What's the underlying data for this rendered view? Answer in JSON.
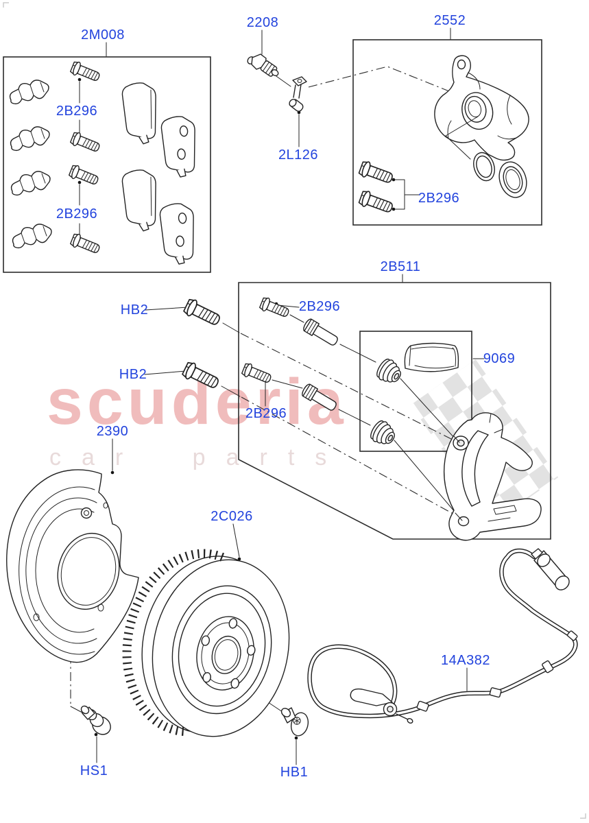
{
  "theme": {
    "label_color": "#2243dd",
    "line_color": "#232323",
    "brand_color": "#f0bcbc",
    "tagline_color": "#e8dada",
    "checker_color": "#e2e2e2"
  },
  "watermark": {
    "brand": "scuderia",
    "tagline": "car parts"
  },
  "labels": [
    {
      "code": "2M008"
    },
    {
      "code": "2B296"
    },
    {
      "code": "2B296"
    },
    {
      "code": "2208"
    },
    {
      "code": "2L126"
    },
    {
      "code": "2552"
    },
    {
      "code": "2B296"
    },
    {
      "code": "2B511"
    },
    {
      "code": "2B296"
    },
    {
      "code": "2B296"
    },
    {
      "code": "HB2"
    },
    {
      "code": "HB2"
    },
    {
      "code": "9069"
    },
    {
      "code": "2390"
    },
    {
      "code": "2C026"
    },
    {
      "code": "14A382"
    },
    {
      "code": "HS1"
    },
    {
      "code": "HB1"
    }
  ]
}
